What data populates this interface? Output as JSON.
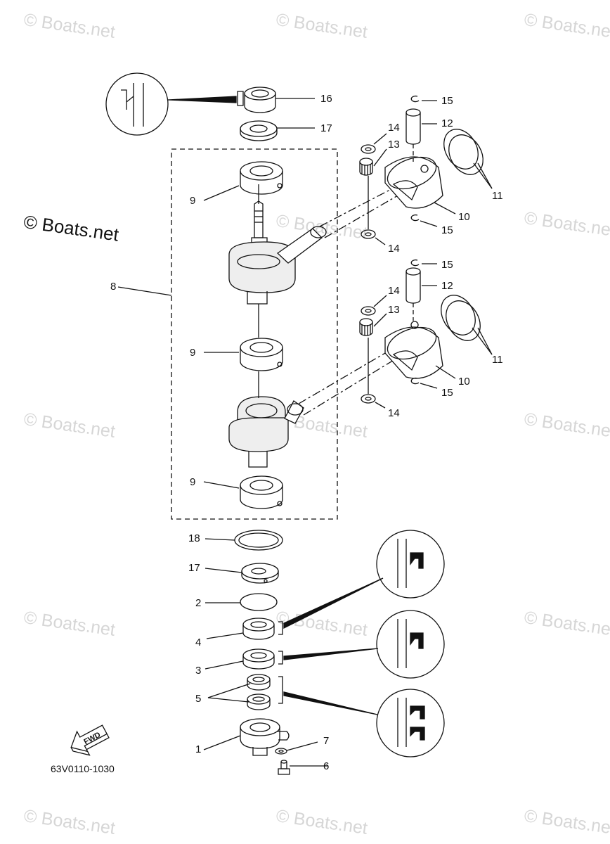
{
  "watermark": "© Boats.net",
  "diagram_code": "63V0110-1030",
  "fwd_label": "FWD",
  "callouts": {
    "c1": "1",
    "c2": "2",
    "c3": "3",
    "c4": "4",
    "c5": "5",
    "c6": "6",
    "c7": "7",
    "c8": "8",
    "c9a": "9",
    "c9b": "9",
    "c9c": "9",
    "c10a": "10",
    "c10b": "10",
    "c11a": "11",
    "c11b": "11",
    "c12a": "12",
    "c12b": "12",
    "c13a": "13",
    "c13b": "13",
    "c14a": "14",
    "c14b": "14",
    "c14c": "14",
    "c14d": "14",
    "c15a": "15",
    "c15b": "15",
    "c15c": "15",
    "c15d": "15",
    "c16": "16",
    "c17a": "17",
    "c17b": "17",
    "c18": "18"
  }
}
